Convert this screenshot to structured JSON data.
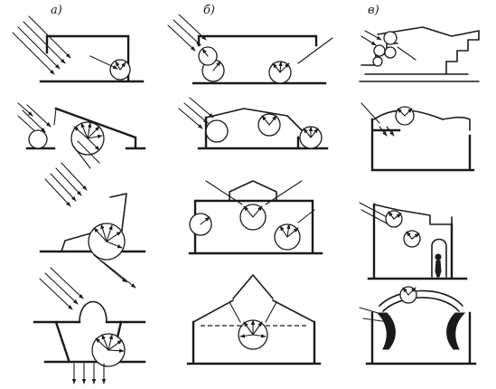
{
  "labels": {
    "a": "а)",
    "b": "б)",
    "v": "в)"
  }
}
